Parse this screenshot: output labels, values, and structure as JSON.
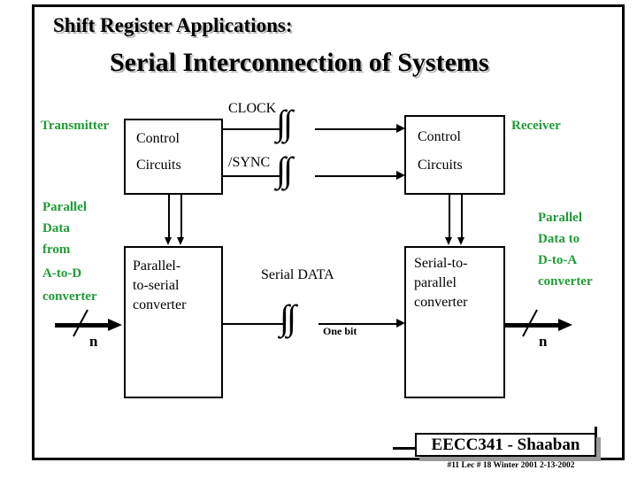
{
  "slide": {
    "title_line1": "Shift Register Applications:",
    "title_line2": "Serial Interconnection of Systems"
  },
  "diagram": {
    "transmitter_label": "Transmitter",
    "receiver_label": "Receiver",
    "left_control_box": {
      "line1": "Control",
      "line2": "Circuits"
    },
    "right_control_box": {
      "line1": "Control",
      "line2": "Circuits"
    },
    "p2s_box": {
      "line1": "Parallel-",
      "line2": "to-serial",
      "line3": "converter"
    },
    "s2p_box": {
      "line1": "Serial-to-",
      "line2": "parallel",
      "line3": "converter"
    },
    "clock_label": "CLOCK",
    "sync_label": "/SYNC",
    "serial_data_label": "Serial DATA",
    "one_bit_label": "One bit",
    "break_glyph": "∫∫",
    "left_source_text": [
      "Parallel",
      "Data",
      "from",
      "A-to-D",
      "converter"
    ],
    "right_dest_text": [
      "Parallel",
      "Data to",
      "D-to-A",
      "converter"
    ],
    "bus_width_left": "n",
    "bus_width_right": "n"
  },
  "footer": {
    "banner": "EECC341 - Shaaban",
    "subtitle": "#11   Lec # 18   Winter 2001   2-13-2002"
  },
  "colors": {
    "green": "#1f9c36",
    "black": "#000000",
    "shadow": "#9a9a9a"
  }
}
